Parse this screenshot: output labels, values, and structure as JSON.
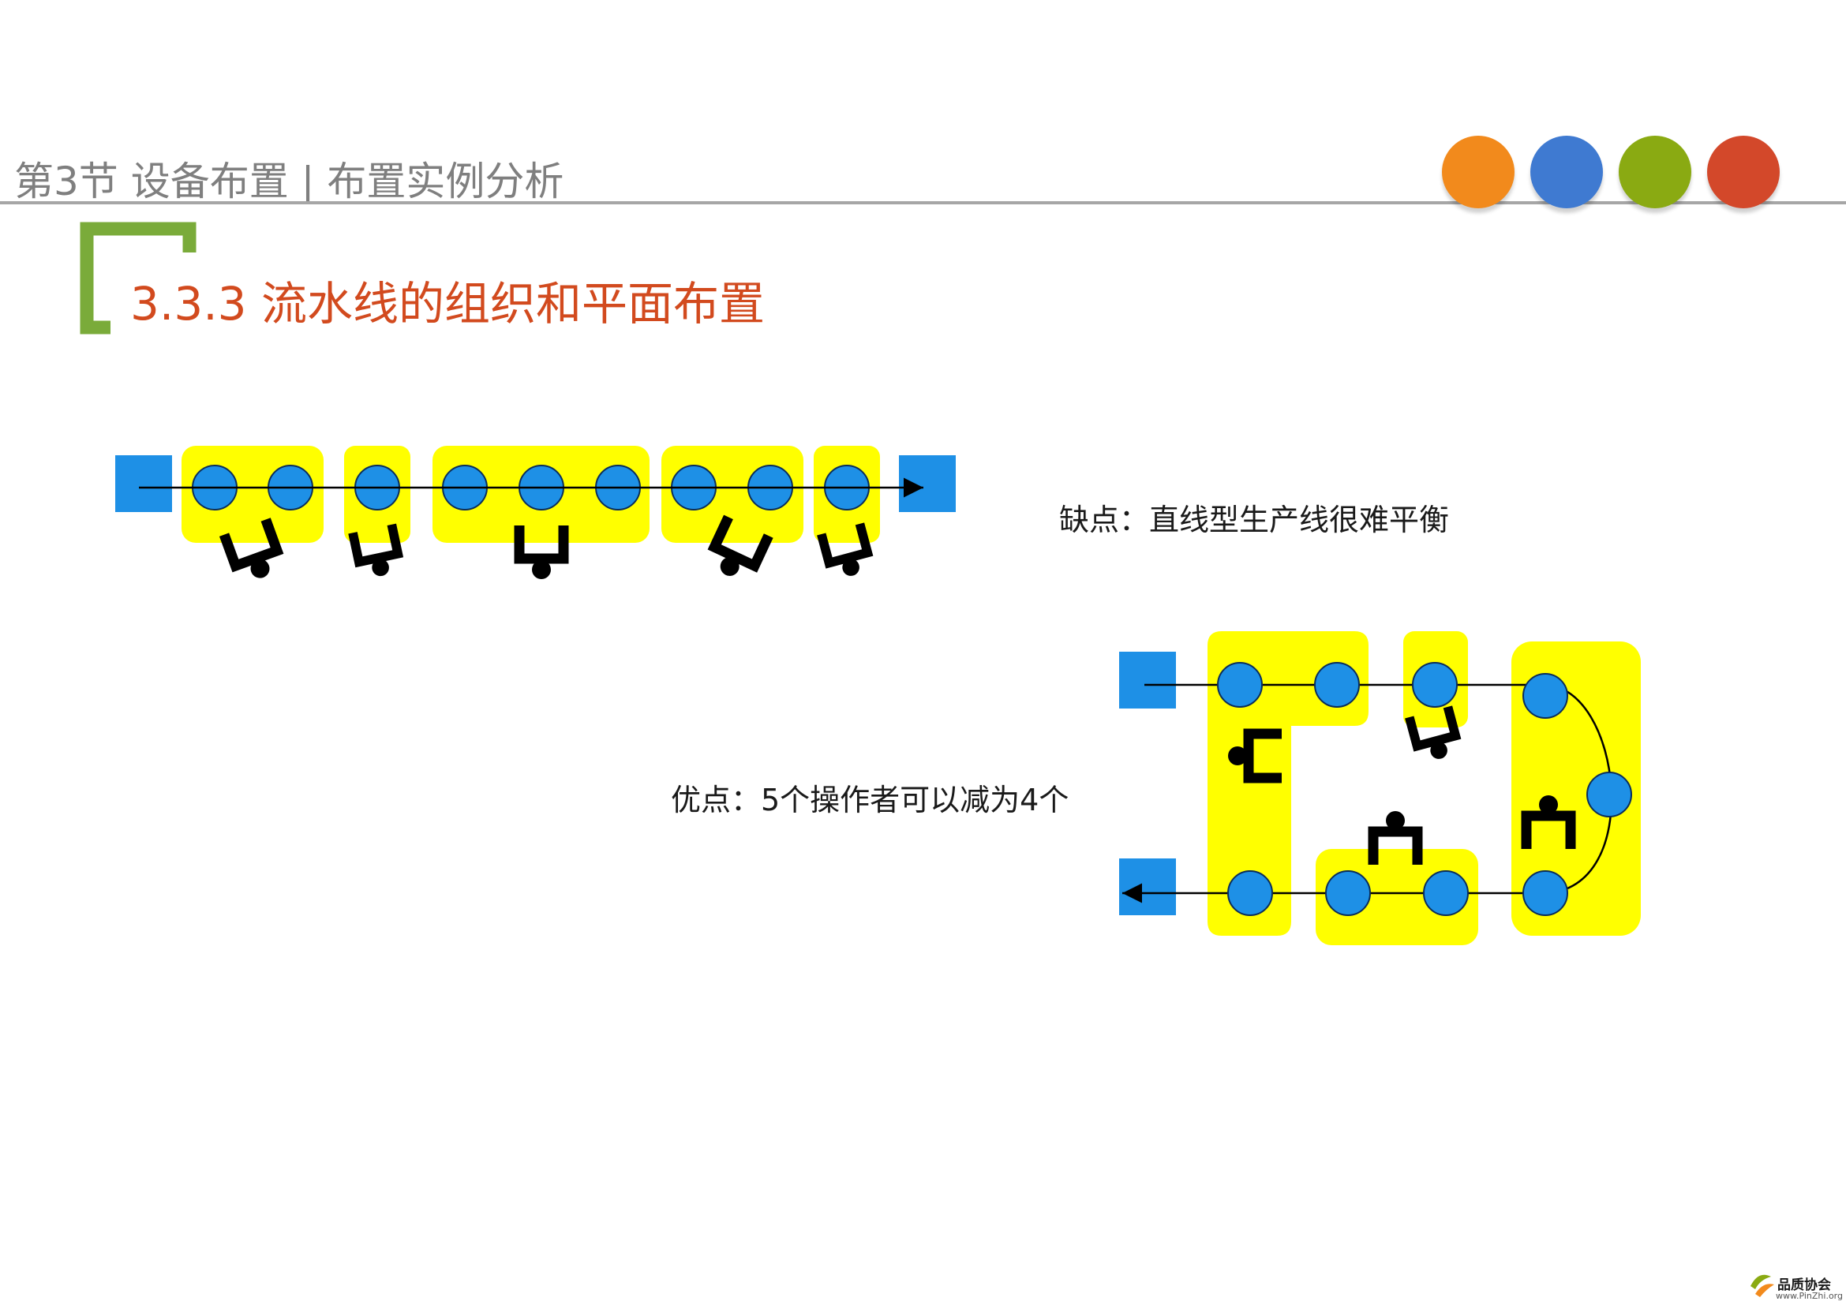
{
  "header": {
    "title": "第3节 设备布置 | 布置实例分析",
    "dots": [
      {
        "name": "orange-dot",
        "color": "#f28a1c"
      },
      {
        "name": "blue-dot",
        "color": "#3f7ad1"
      },
      {
        "name": "green-dot",
        "color": "#8aaa12"
      },
      {
        "name": "red-dot",
        "color": "#d3482a"
      }
    ]
  },
  "section": {
    "title": "3.3.3 流水线的组织和平面布置"
  },
  "captions": {
    "disadvantage": "缺点：直线型生产线很难平衡",
    "advantage": "优点：5个操作者可以减为4个"
  },
  "colors": {
    "zone": "#ffff00",
    "station": "#1e90e6",
    "station_stroke": "#0a2d5a",
    "endpoint": "#1e90e6",
    "operator": "#000000",
    "bracket": "#7aab3a"
  },
  "footer": {
    "logo_text": "品质协会",
    "url": "www.PinZhi.org"
  }
}
